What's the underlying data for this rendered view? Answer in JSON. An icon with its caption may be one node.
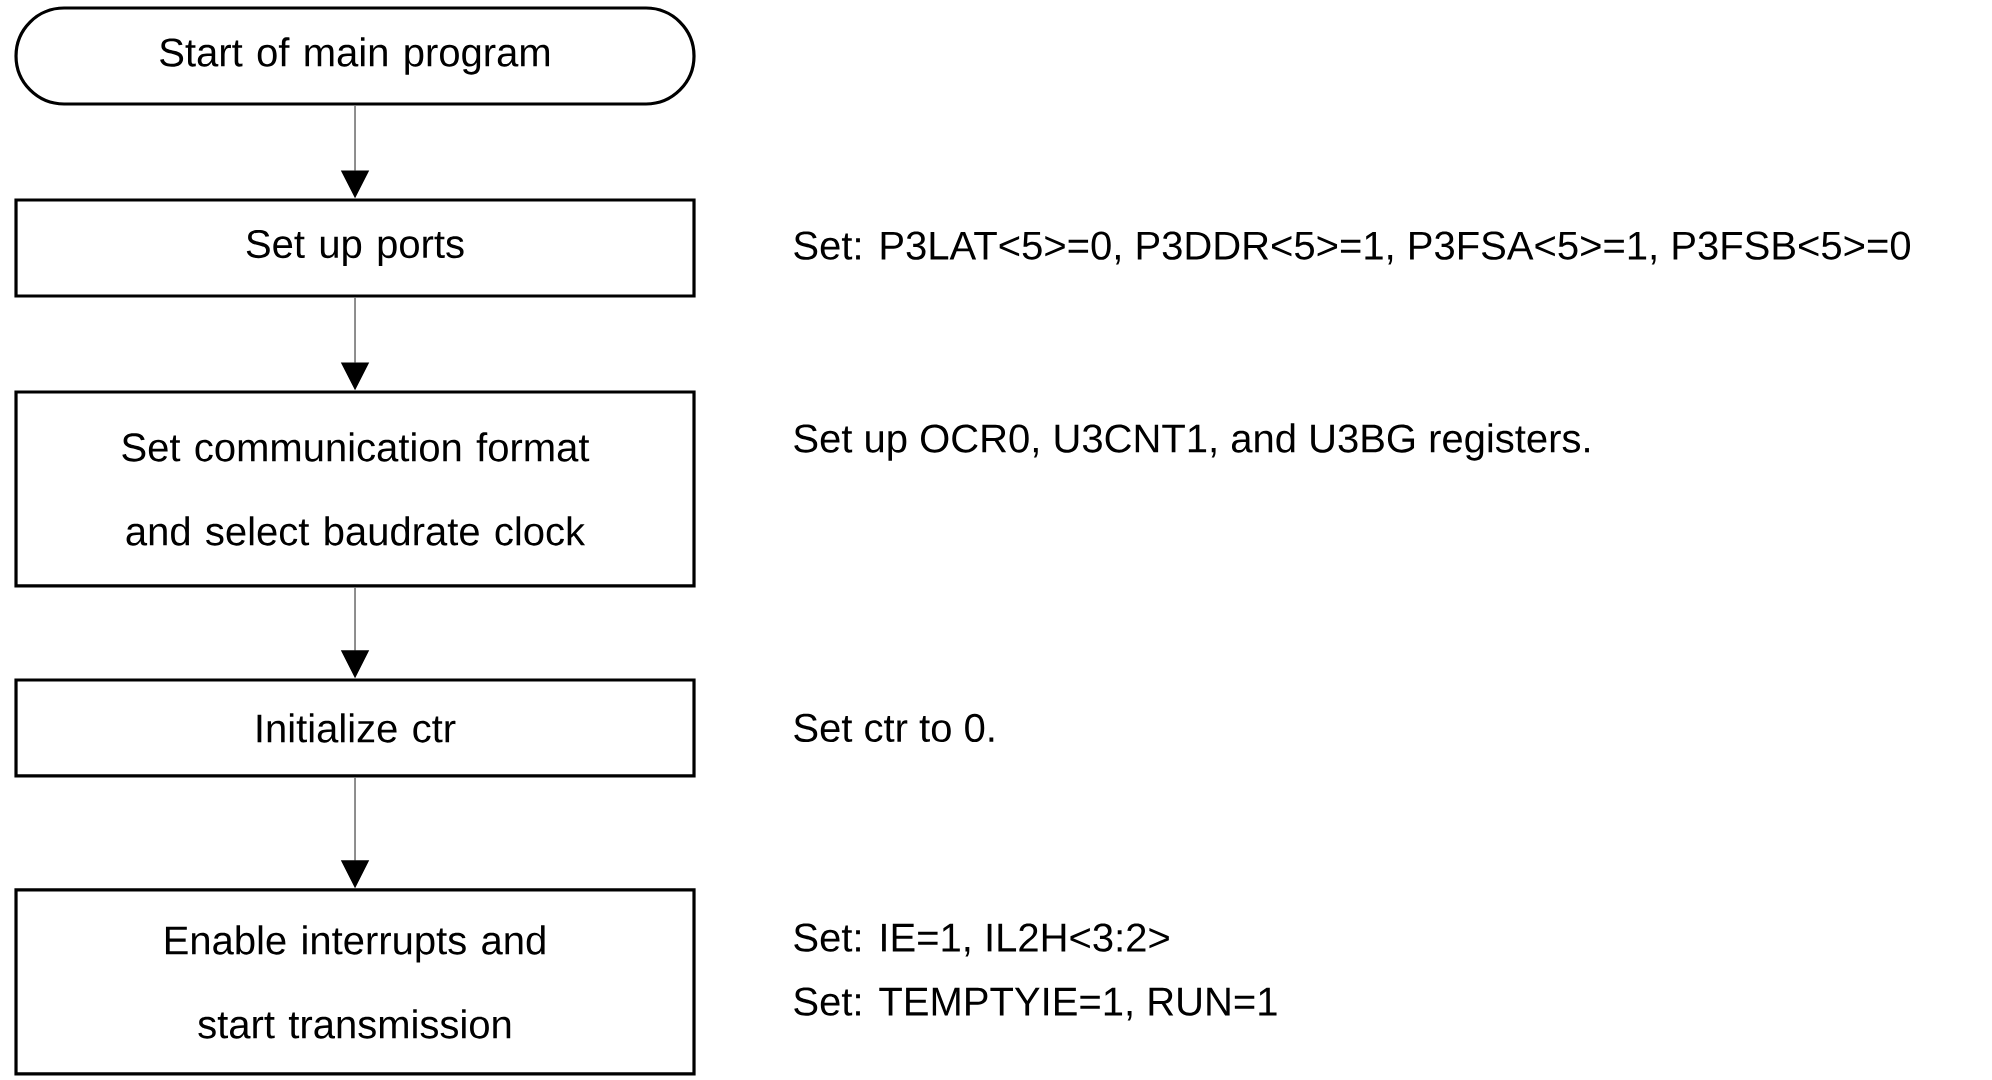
{
  "diagram": {
    "nodes": [
      {
        "text": [
          "Start of main program"
        ]
      },
      {
        "text": [
          "Set up ports"
        ],
        "beside": [
          "Set: P3LAT<5>=0, P3DDR<5>=1, P3FSA<5>=1, P3FSB<5>=0"
        ]
      },
      {
        "text": [
          "Set communication format and select baudrate clock"
        ],
        "beside": [
          "Set up OCR0, U3CNT1, and U3BG registers."
        ]
      },
      {
        "text": [
          "Initialize ctr"
        ],
        "beside": [
          "Set ctr to 0."
        ]
      },
      {
        "text": [
          "Enable interrupts and start transmission"
        ],
        "beside": [
          "Set: IE=1, IL2H<3:2>",
          "Set: TEMPTYIE=1, RUN=1"
        ]
      }
    ],
    "edges": [
      {
        "from": 0,
        "to": 1,
        "arrow": "to"
      },
      {
        "from": 1,
        "to": 2,
        "arrow": "to"
      },
      {
        "from": 2,
        "to": 3,
        "arrow": "to"
      },
      {
        "from": 3,
        "to": 4,
        "arrow": "to"
      }
    ]
  }
}
